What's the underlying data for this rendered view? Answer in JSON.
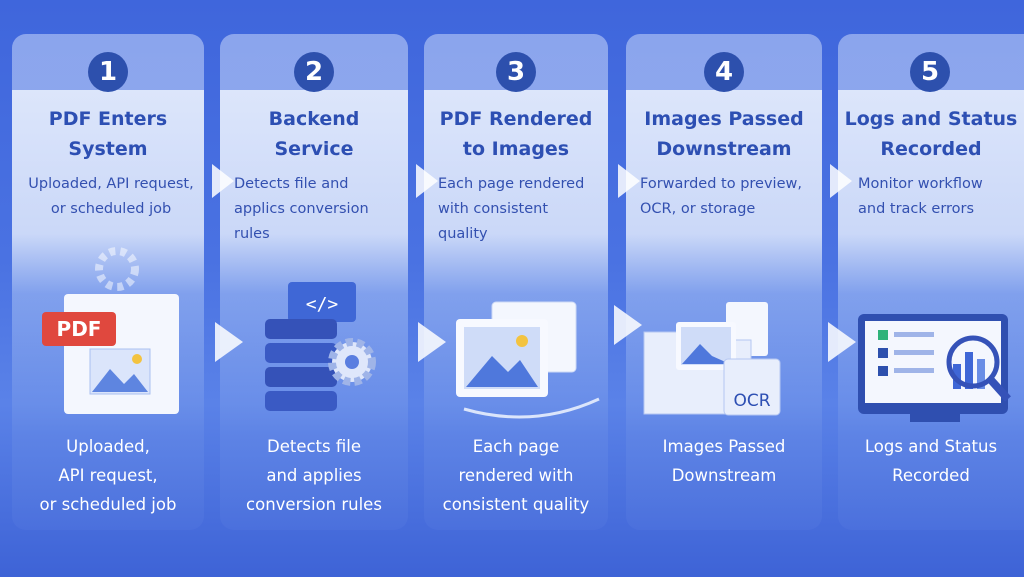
{
  "steps": [
    {
      "number": "1",
      "title_l1": "PDF Enters",
      "title_l2": "System",
      "desc": [
        "Uploaded, API request,",
        "or scheduled job"
      ],
      "icon_label": "PDF",
      "caption": [
        "Uploaded,",
        "API request,",
        "or scheduled job"
      ]
    },
    {
      "number": "2",
      "title_l1": "Backend",
      "title_l2": "Service",
      "desc": [
        "Detects file and",
        "applics conversion",
        "rules"
      ],
      "icon_label": "</>",
      "caption": [
        "Detects file",
        "and applies",
        "conversion rules"
      ]
    },
    {
      "number": "3",
      "title_l1": "PDF Rendered",
      "title_l2": "to Images",
      "desc": [
        "Each page rendered",
        "with consistent",
        "quality"
      ],
      "caption": [
        "Each page",
        "rendered with",
        "consistent quality"
      ]
    },
    {
      "number": "4",
      "title_l1": "Images Passed",
      "title_l2": "Downstream",
      "desc": [
        "Forwarded to preview,",
        "OCR, or storage"
      ],
      "icon_label": "OCR",
      "caption": [
        "Images Passed",
        "Downstream"
      ]
    },
    {
      "number": "5",
      "title_l1": "Logs and Status",
      "title_l2": "Recorded",
      "desc": [
        "Monitor workflow",
        "and track errors"
      ],
      "caption": [
        "Logs and Status",
        "Recorded"
      ]
    }
  ],
  "colors": {
    "accent": "#2d50ad",
    "background": "#4a72e2",
    "pdf_badge": "#e0483e"
  }
}
